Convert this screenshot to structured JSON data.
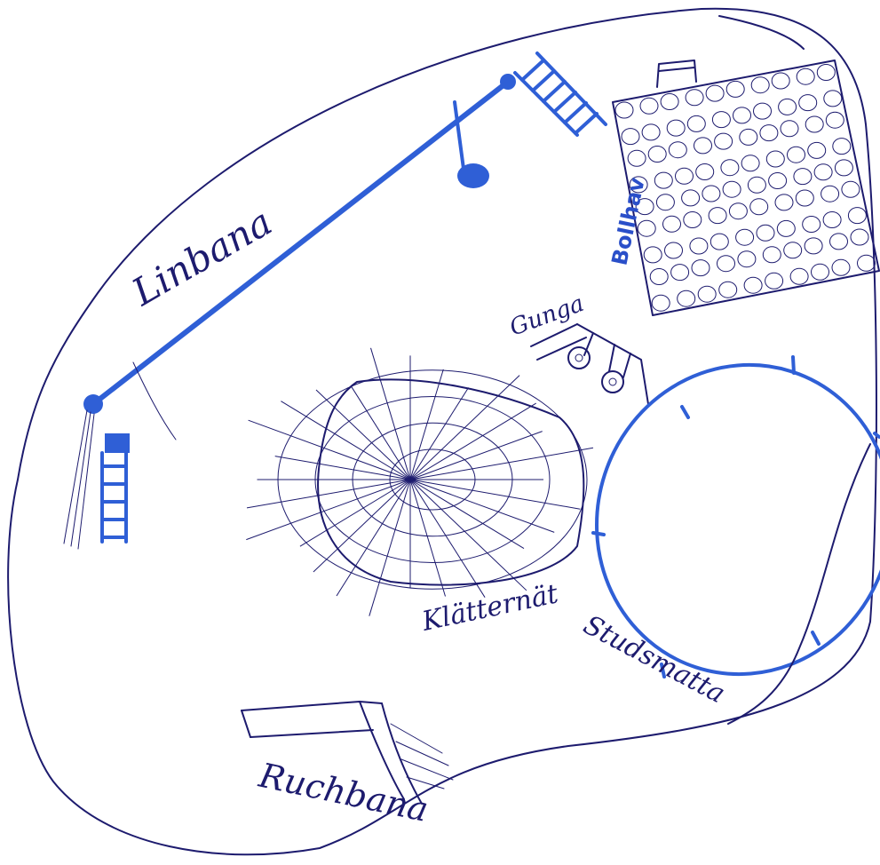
{
  "labels": {
    "zipline": "Linbana",
    "ballpit": "Bollhav",
    "swing": "Gunga",
    "climbing_net": "Klätternät",
    "trampoline": "Studsmatta",
    "slide": "Ruchbana"
  },
  "colors": {
    "ink_dark": "#1d1b6e",
    "ink_blue": "#2f5fd6",
    "paper": "#ffffff"
  }
}
